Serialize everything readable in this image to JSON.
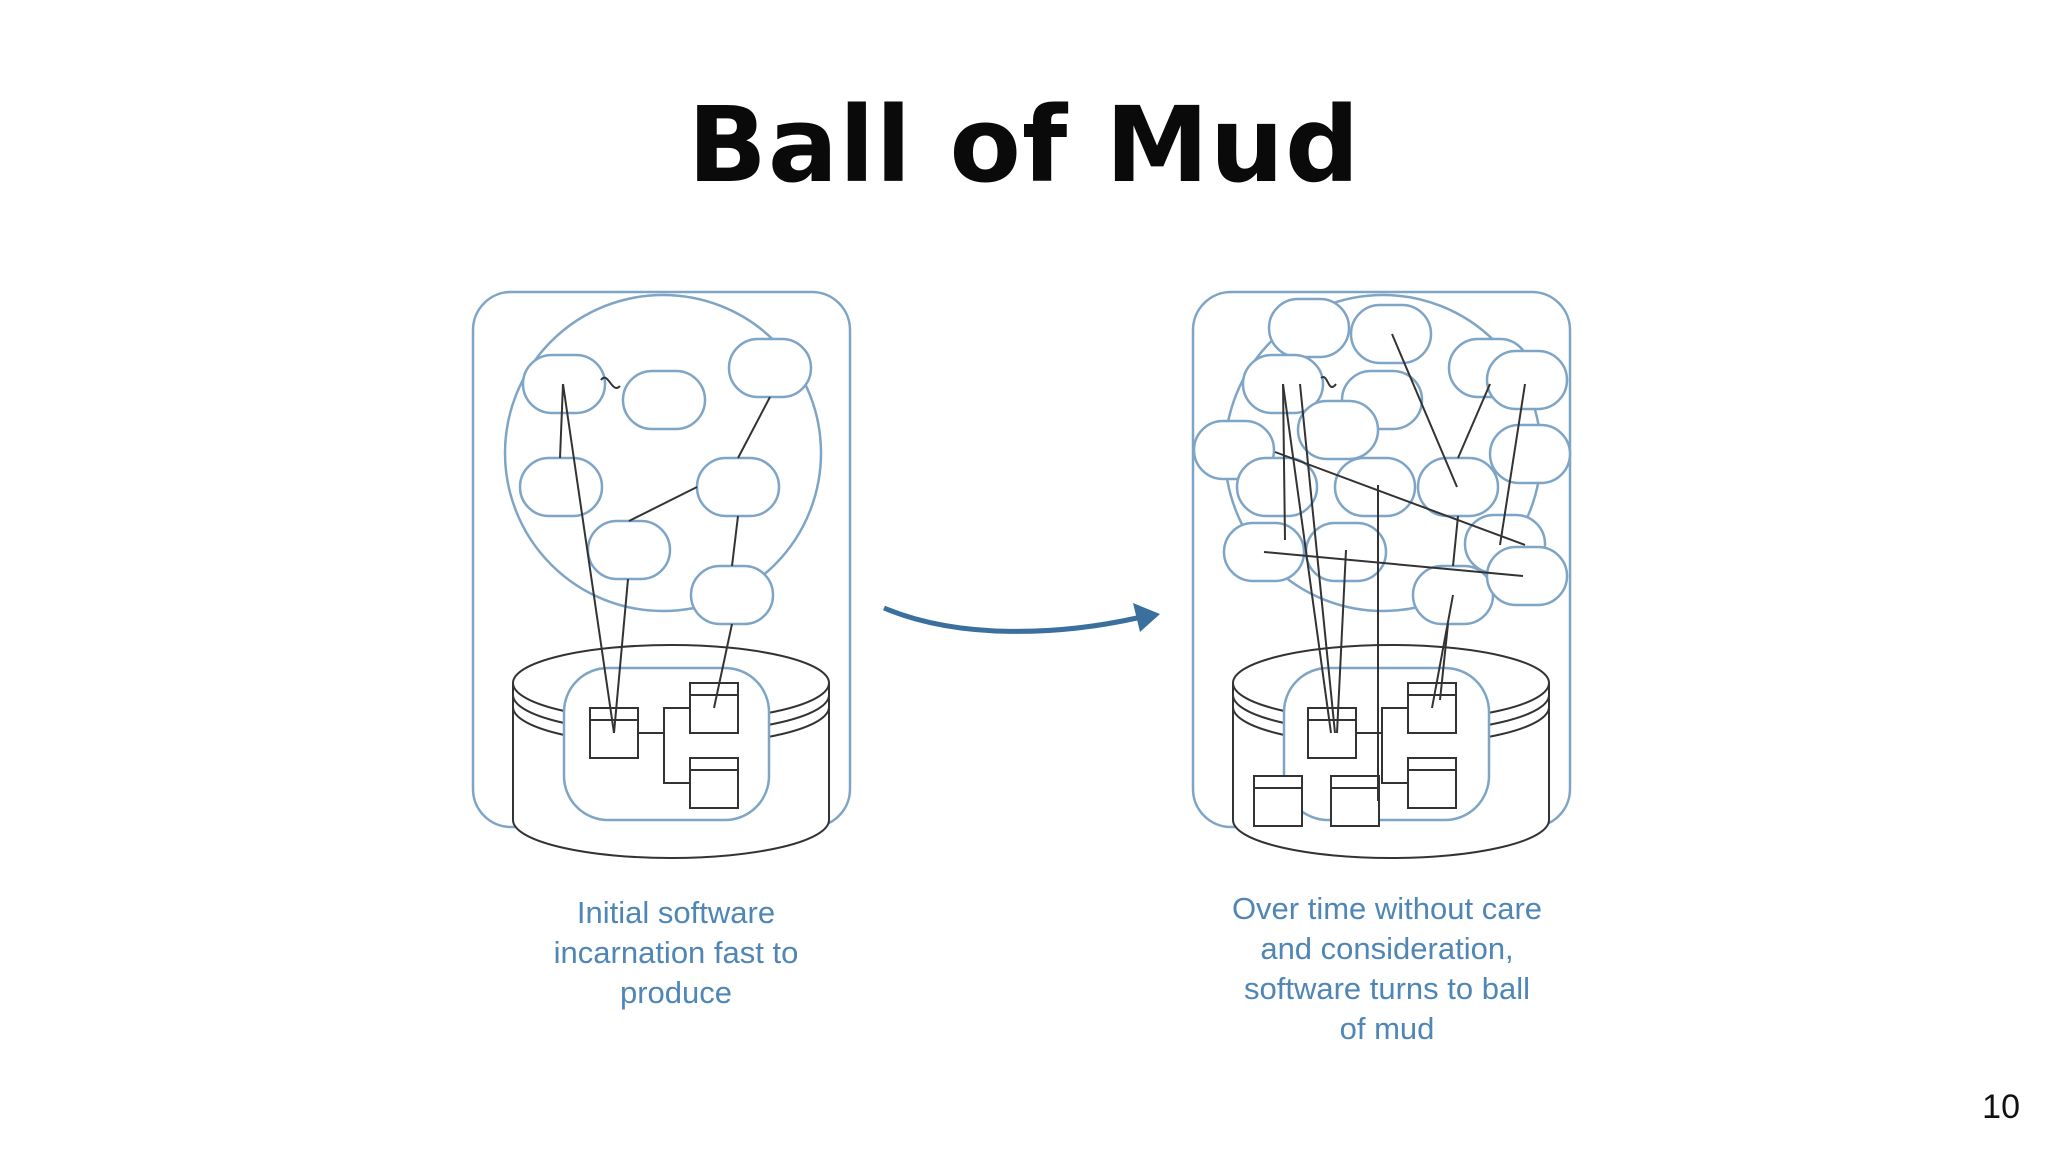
{
  "slide": {
    "title": "Ball of Mud",
    "page_number": "10"
  },
  "diagram": {
    "left_caption": "Initial software\nincarnation fast to\nproduce",
    "right_caption": "Over time without care\nand consideration,\nsoftware turns to ball\nof mud"
  },
  "colors": {
    "outline_blue": "#7ea4c6",
    "caption_blue": "#4f86b5",
    "arrow_blue": "#3a6f9e",
    "line_dark": "#333333"
  }
}
